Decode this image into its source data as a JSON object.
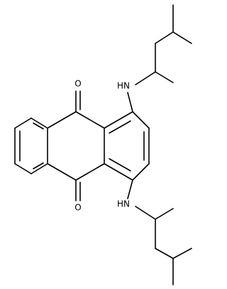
{
  "molecule": {
    "bond_color": "#000000",
    "atom_labels": {
      "carbonyl_top_o": "O",
      "carbonyl_bottom_o": "O",
      "amine_top": "HN",
      "amine_bottom": "HN"
    }
  }
}
